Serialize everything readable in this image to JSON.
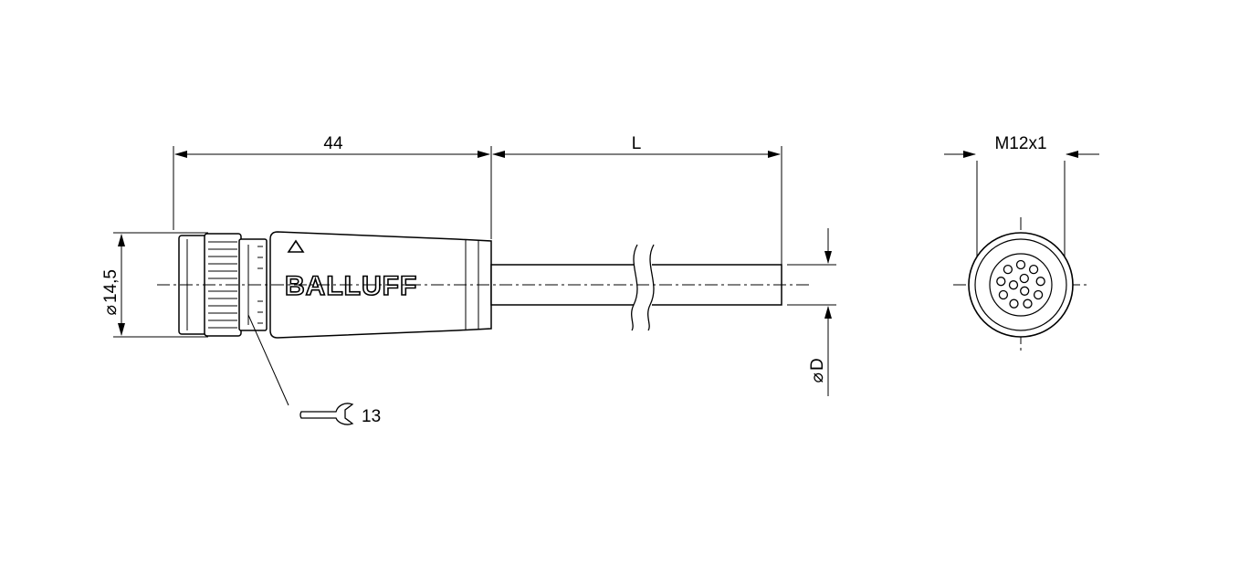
{
  "drawing": {
    "dimensions": {
      "overall_length": "44",
      "cable_length": "L",
      "diameter_housing": "14,5",
      "thread": "M12x1",
      "cable_diameter": "D",
      "wrench_size": "13"
    },
    "symbols": {
      "diameter_symbol": "⌀",
      "wrench_icon": "wrench-icon",
      "warning_triangle": "triangle-icon"
    },
    "brand": "BALLUFF",
    "face_view": {
      "pin_count": 12
    }
  }
}
